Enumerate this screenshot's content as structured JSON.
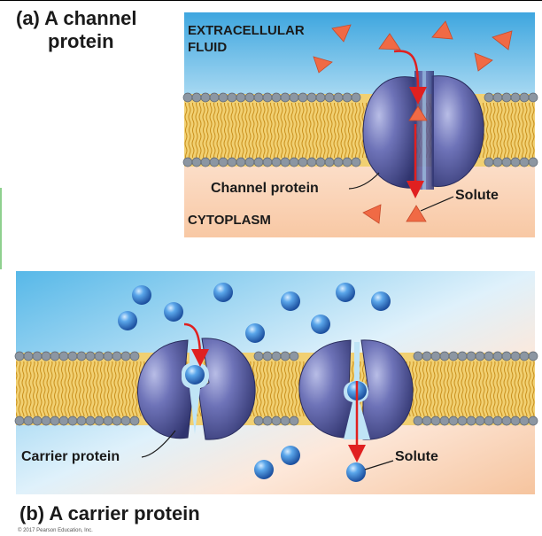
{
  "panel_a": {
    "title_line1": "(a) A channel",
    "title_line2": "protein",
    "extracellular_line1": "EXTRACELLULAR",
    "extracellular_line2": "FLUID",
    "channel_label": "Channel protein",
    "solute_label": "Solute",
    "cytoplasm_label": "CYTOPLASM"
  },
  "panel_b": {
    "title": "(b) A carrier protein",
    "carrier_label": "Carrier protein",
    "solute_label": "Solute"
  },
  "copyright": "© 2017 Pearson Education, Inc.",
  "colors": {
    "extracellular_top": "#3aa4dc",
    "cytoplasm": "#f7c9a6",
    "membrane_head": "#7f8a96",
    "membrane_tail": "#e0b24a",
    "protein": "#4a4f93",
    "solute_triangle": "#f06a45",
    "solute_sphere": "#2f7bd0",
    "arrow": "#e02020"
  }
}
